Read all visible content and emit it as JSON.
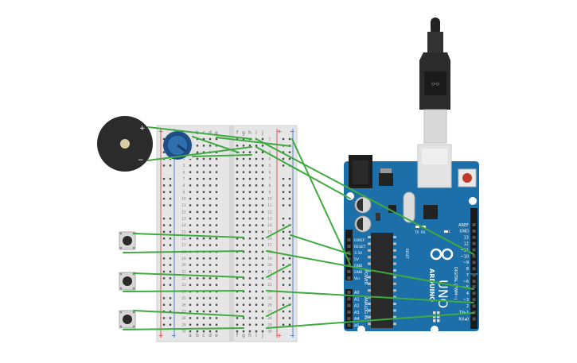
{
  "breadboard": {
    "plus": "+",
    "minus": "−",
    "cols_left": [
      "a",
      "b",
      "c",
      "d",
      "e"
    ],
    "cols_right": [
      "f",
      "g",
      "h",
      "i",
      "j"
    ],
    "rows": [
      "1",
      "2",
      "3",
      "4",
      "5",
      "6",
      "7",
      "8",
      "9",
      "10",
      "11",
      "12",
      "13",
      "14",
      "15",
      "16",
      "17",
      "18",
      "19",
      "20",
      "21",
      "22",
      "23",
      "24",
      "25",
      "26",
      "27",
      "28",
      "29",
      "30"
    ]
  },
  "buzzer": {
    "plus": "+",
    "minus": "−"
  },
  "arduino": {
    "brand": "ARDUINO",
    "model": "UNO",
    "reset_label": "RESET",
    "digital_label": "DIGITAL (PWM~)",
    "analog_label": "ANALOG IN",
    "power_label": "POWER",
    "led_labels": [
      "TX",
      "RX",
      "L"
    ],
    "power_pins": [
      "IOREF",
      "RESET",
      "3.3V",
      "5V",
      "GND",
      "GND",
      "Vin"
    ],
    "analog_pins": [
      "A0",
      "A1",
      "A2",
      "A3",
      "A4",
      "A5"
    ],
    "digital_pins": [
      "AREF",
      "GND",
      "13",
      "12",
      "~11",
      "~10",
      "~9",
      "8",
      "7",
      "~6",
      "~5",
      "4",
      "~3",
      "2",
      "TX▸1",
      "RX◂0"
    ]
  },
  "colors": {
    "board": "#1c6fa8",
    "board_dark": "#14578a",
    "wire": "#3faa3f",
    "breadboard": "#e6e6e6",
    "rail_red": "#d33",
    "rail_blue": "#36c"
  }
}
